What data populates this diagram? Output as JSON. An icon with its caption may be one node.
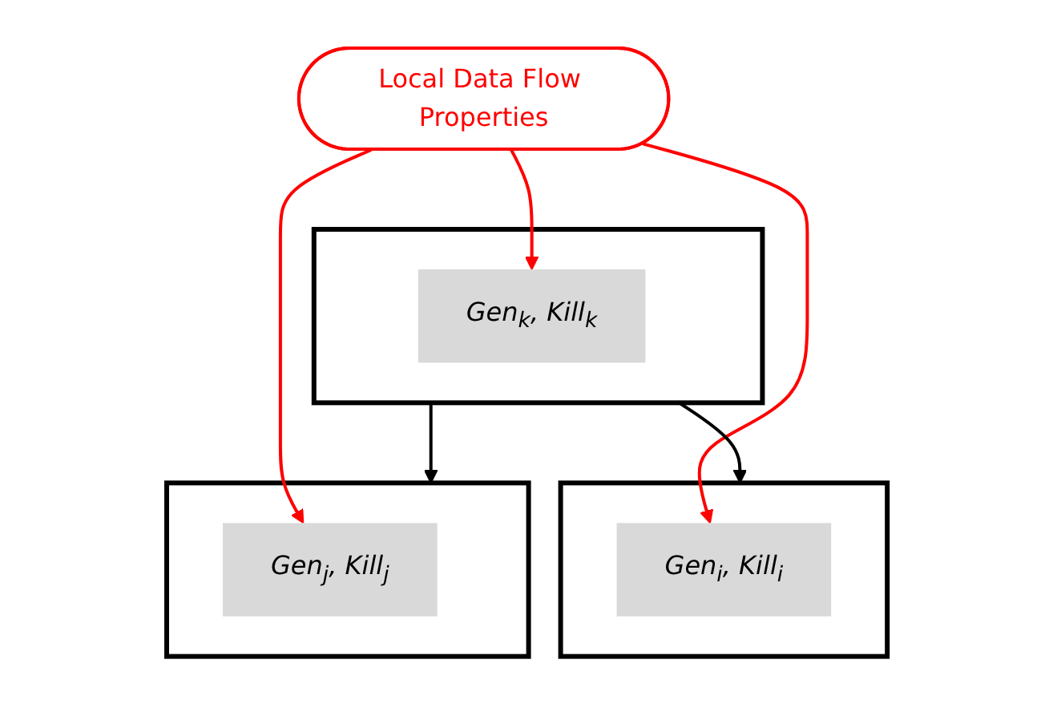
{
  "diagram": {
    "nodes": [
      {
        "text": [],
        "shape": "box"
      },
      {
        "text": [
          "Gen$_{k}$, Kill$_{k}$"
        ],
        "in": 0
      },
      {
        "text": [],
        "shape": "box"
      },
      {
        "text": [
          "Gen$_{i}$, Kill$_{i}$"
        ],
        "in": 2
      },
      {
        "text": [],
        "shape": "box"
      },
      {
        "text": [
          "Gen$_{j}$, Kill$_{j}$"
        ],
        "in": 4
      },
      {
        "text": [
          "Local Data Flow Properties"
        ]
      }
    ],
    "edges": [
      {
        "from": 0,
        "to": 2,
        "arrow": "to",
        "color": "#000000"
      },
      {
        "from": 0,
        "to": 4,
        "arrow": "to",
        "color": "#000000"
      },
      {
        "from": 6,
        "to": 1,
        "arrow": "to"
      },
      {
        "from": 6,
        "to": 3,
        "arrow": "to"
      },
      {
        "from": 6,
        "to": 5,
        "arrow": "to"
      }
    ]
  }
}
